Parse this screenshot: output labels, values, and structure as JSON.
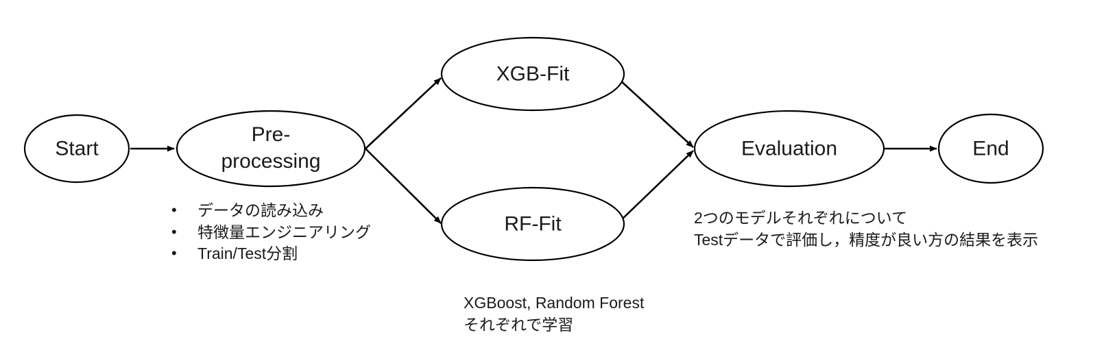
{
  "diagram": {
    "type": "flowchart",
    "title": "Machine learning pipeline flowchart",
    "background_color": "#ffffff",
    "stroke_color": "#000000",
    "text_color": "#1a1a1a"
  },
  "nodes": [
    {
      "id": "start",
      "label": "Start",
      "shape": "ellipse"
    },
    {
      "id": "preproc",
      "label": "Pre-\nprocessing",
      "shape": "ellipse"
    },
    {
      "id": "xgbfit",
      "label": "XGB-Fit",
      "shape": "ellipse"
    },
    {
      "id": "rffit",
      "label": "RF-Fit",
      "shape": "ellipse"
    },
    {
      "id": "eval",
      "label": "Evaluation",
      "shape": "ellipse"
    },
    {
      "id": "end",
      "label": "End",
      "shape": "ellipse"
    }
  ],
  "edges": [
    {
      "from": "start",
      "to": "preproc"
    },
    {
      "from": "preproc",
      "to": "xgbfit"
    },
    {
      "from": "preproc",
      "to": "rffit"
    },
    {
      "from": "xgbfit",
      "to": "eval"
    },
    {
      "from": "rffit",
      "to": "eval"
    },
    {
      "from": "eval",
      "to": "end"
    }
  ],
  "annotations": {
    "preprocessing_bullets": {
      "attached_to": "preproc",
      "bullet_glyph": "•",
      "items": [
        "データの読み込み",
        "特徴量エンジニアリング",
        "Train/Test分割"
      ]
    },
    "fit_note": {
      "attached_to": "xgbfit,rffit",
      "text": "XGBoost, Random Forest\nそれぞれで学習"
    },
    "evaluation_note": {
      "attached_to": "eval",
      "text": "2つのモデルそれぞれについて\nTestデータで評価し，精度が良い方の結果を表示"
    }
  }
}
